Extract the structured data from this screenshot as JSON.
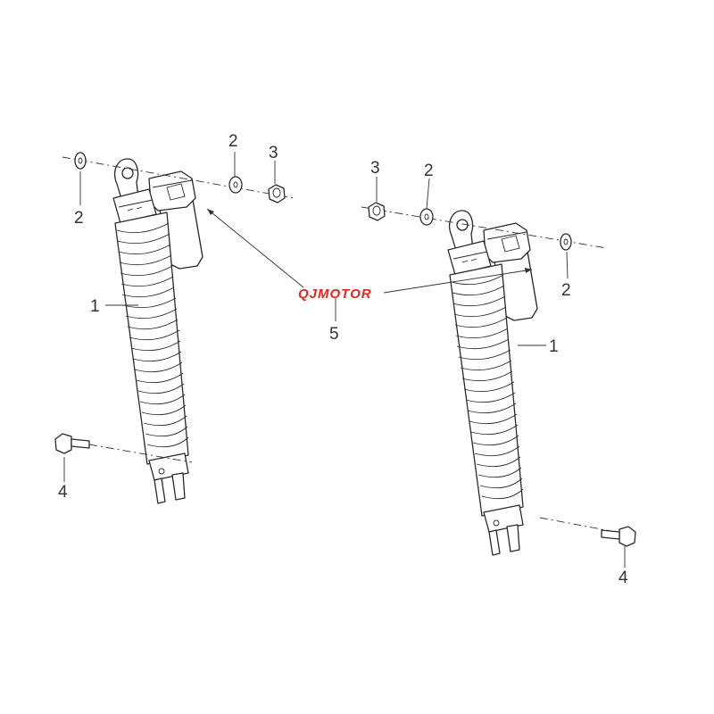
{
  "callouts": {
    "c1_left": "1",
    "c1_right": "1",
    "c2_left_washer_far": "2",
    "c2_left_washer_near": "2",
    "c2_right_washer_far": "2",
    "c2_right_washer_near": "2",
    "c3_left_nut": "3",
    "c3_right_nut": "3",
    "c4_left_bolt": "4",
    "c4_right_bolt": "4",
    "c5_label": "5"
  },
  "label": {
    "brand": "QJMOTOR"
  },
  "colors": {
    "brand": "#e3261e",
    "line": "#2a2a2a"
  }
}
